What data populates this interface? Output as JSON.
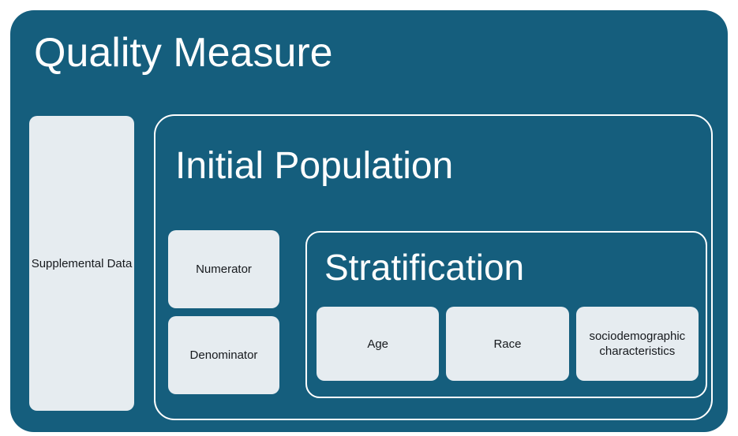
{
  "diagram": {
    "title": "Quality Measure",
    "colors": {
      "card_background": "#155e7d",
      "box_background": "#e6ecf0",
      "border": "#ffffff",
      "title_text": "#ffffff",
      "box_text": "#16191d",
      "page_background": "#ffffff"
    },
    "supplemental": {
      "label": "Supplemental Data"
    },
    "initial_population": {
      "title": "Initial Population",
      "components": [
        {
          "label": "Numerator"
        },
        {
          "label": "Denominator"
        }
      ],
      "stratification": {
        "title": "Stratification",
        "items": [
          {
            "label": "Age"
          },
          {
            "label": "Race"
          },
          {
            "label": "sociodemographic characteristics"
          }
        ]
      }
    }
  }
}
